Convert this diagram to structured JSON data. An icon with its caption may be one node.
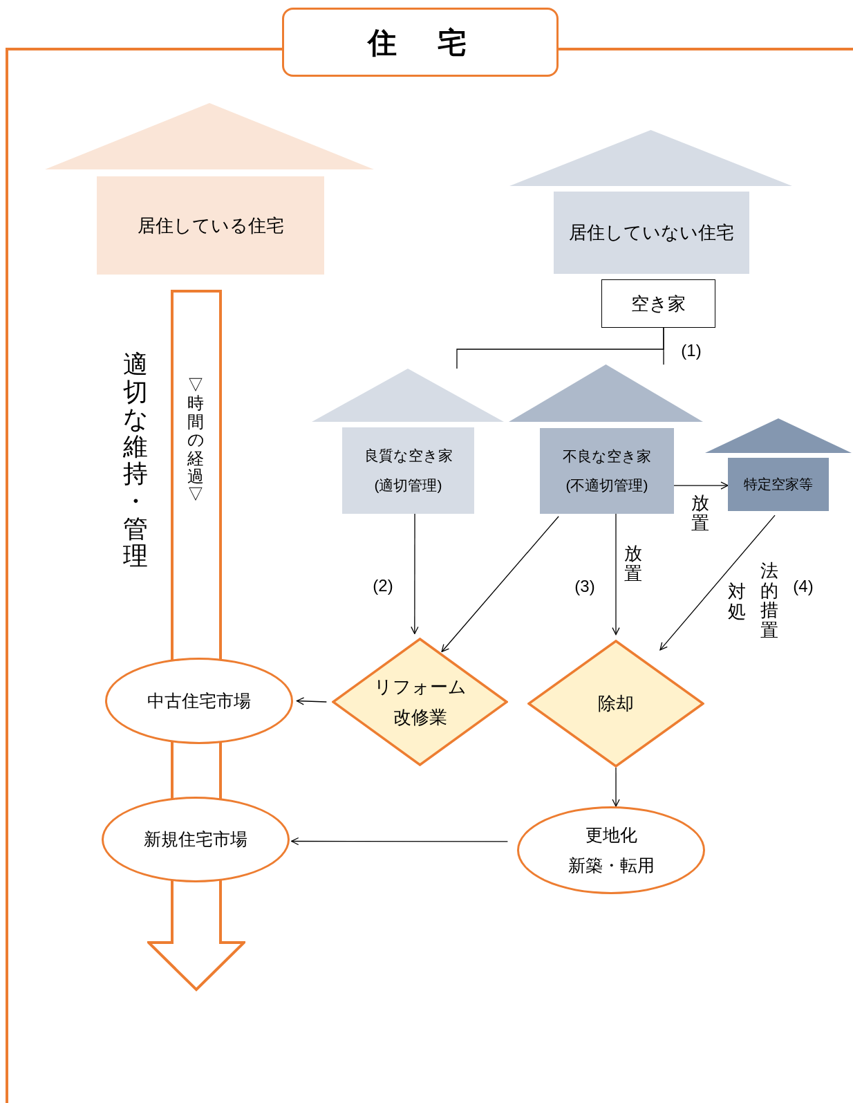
{
  "diagram": {
    "title": "住　宅",
    "nodes": [
      {
        "text": [
          "居住している住宅"
        ]
      },
      {
        "text": [
          "居住していない住宅"
        ]
      },
      {
        "text": [
          "空き家"
        ]
      },
      {
        "text": [
          "良質な空き家",
          "(適切管理)"
        ]
      },
      {
        "text": [
          "不良な空き家",
          "(不適切管理)"
        ]
      },
      {
        "text": [
          "特定空家等"
        ]
      },
      {
        "text": [
          "リフォーム",
          "改修業"
        ]
      },
      {
        "text": [
          "除却"
        ]
      },
      {
        "text": [
          "中古住宅市場"
        ]
      },
      {
        "text": [
          "新規住宅市場"
        ]
      },
      {
        "text": [
          "更地化",
          "新築・転用"
        ]
      },
      {
        "text": [
          "▽時間の経過▽"
        ]
      }
    ],
    "edges": [
      {
        "from": 2,
        "to": 3,
        "arrow": "none",
        "label": "(1)"
      },
      {
        "from": 2,
        "to": 4,
        "arrow": "none"
      },
      {
        "from": 3,
        "to": 6,
        "arrow": "to",
        "label": "(2)"
      },
      {
        "from": 4,
        "to": 6,
        "arrow": "to"
      },
      {
        "from": 4,
        "to": 7,
        "arrow": "to",
        "label": "放置"
      },
      {
        "from": 4,
        "to": 5,
        "arrow": "to",
        "label": "放置"
      },
      {
        "from": 5,
        "to": 7,
        "arrow": "to",
        "label": "対処"
      },
      {
        "from": 6,
        "to": 8,
        "arrow": "to"
      },
      {
        "from": 7,
        "to": 10,
        "arrow": "to"
      },
      {
        "from": 10,
        "to": 9,
        "arrow": "to"
      }
    ],
    "labels": [
      "適切な維持・管理",
      "(3)",
      "法的措置",
      "(4)"
    ]
  }
}
